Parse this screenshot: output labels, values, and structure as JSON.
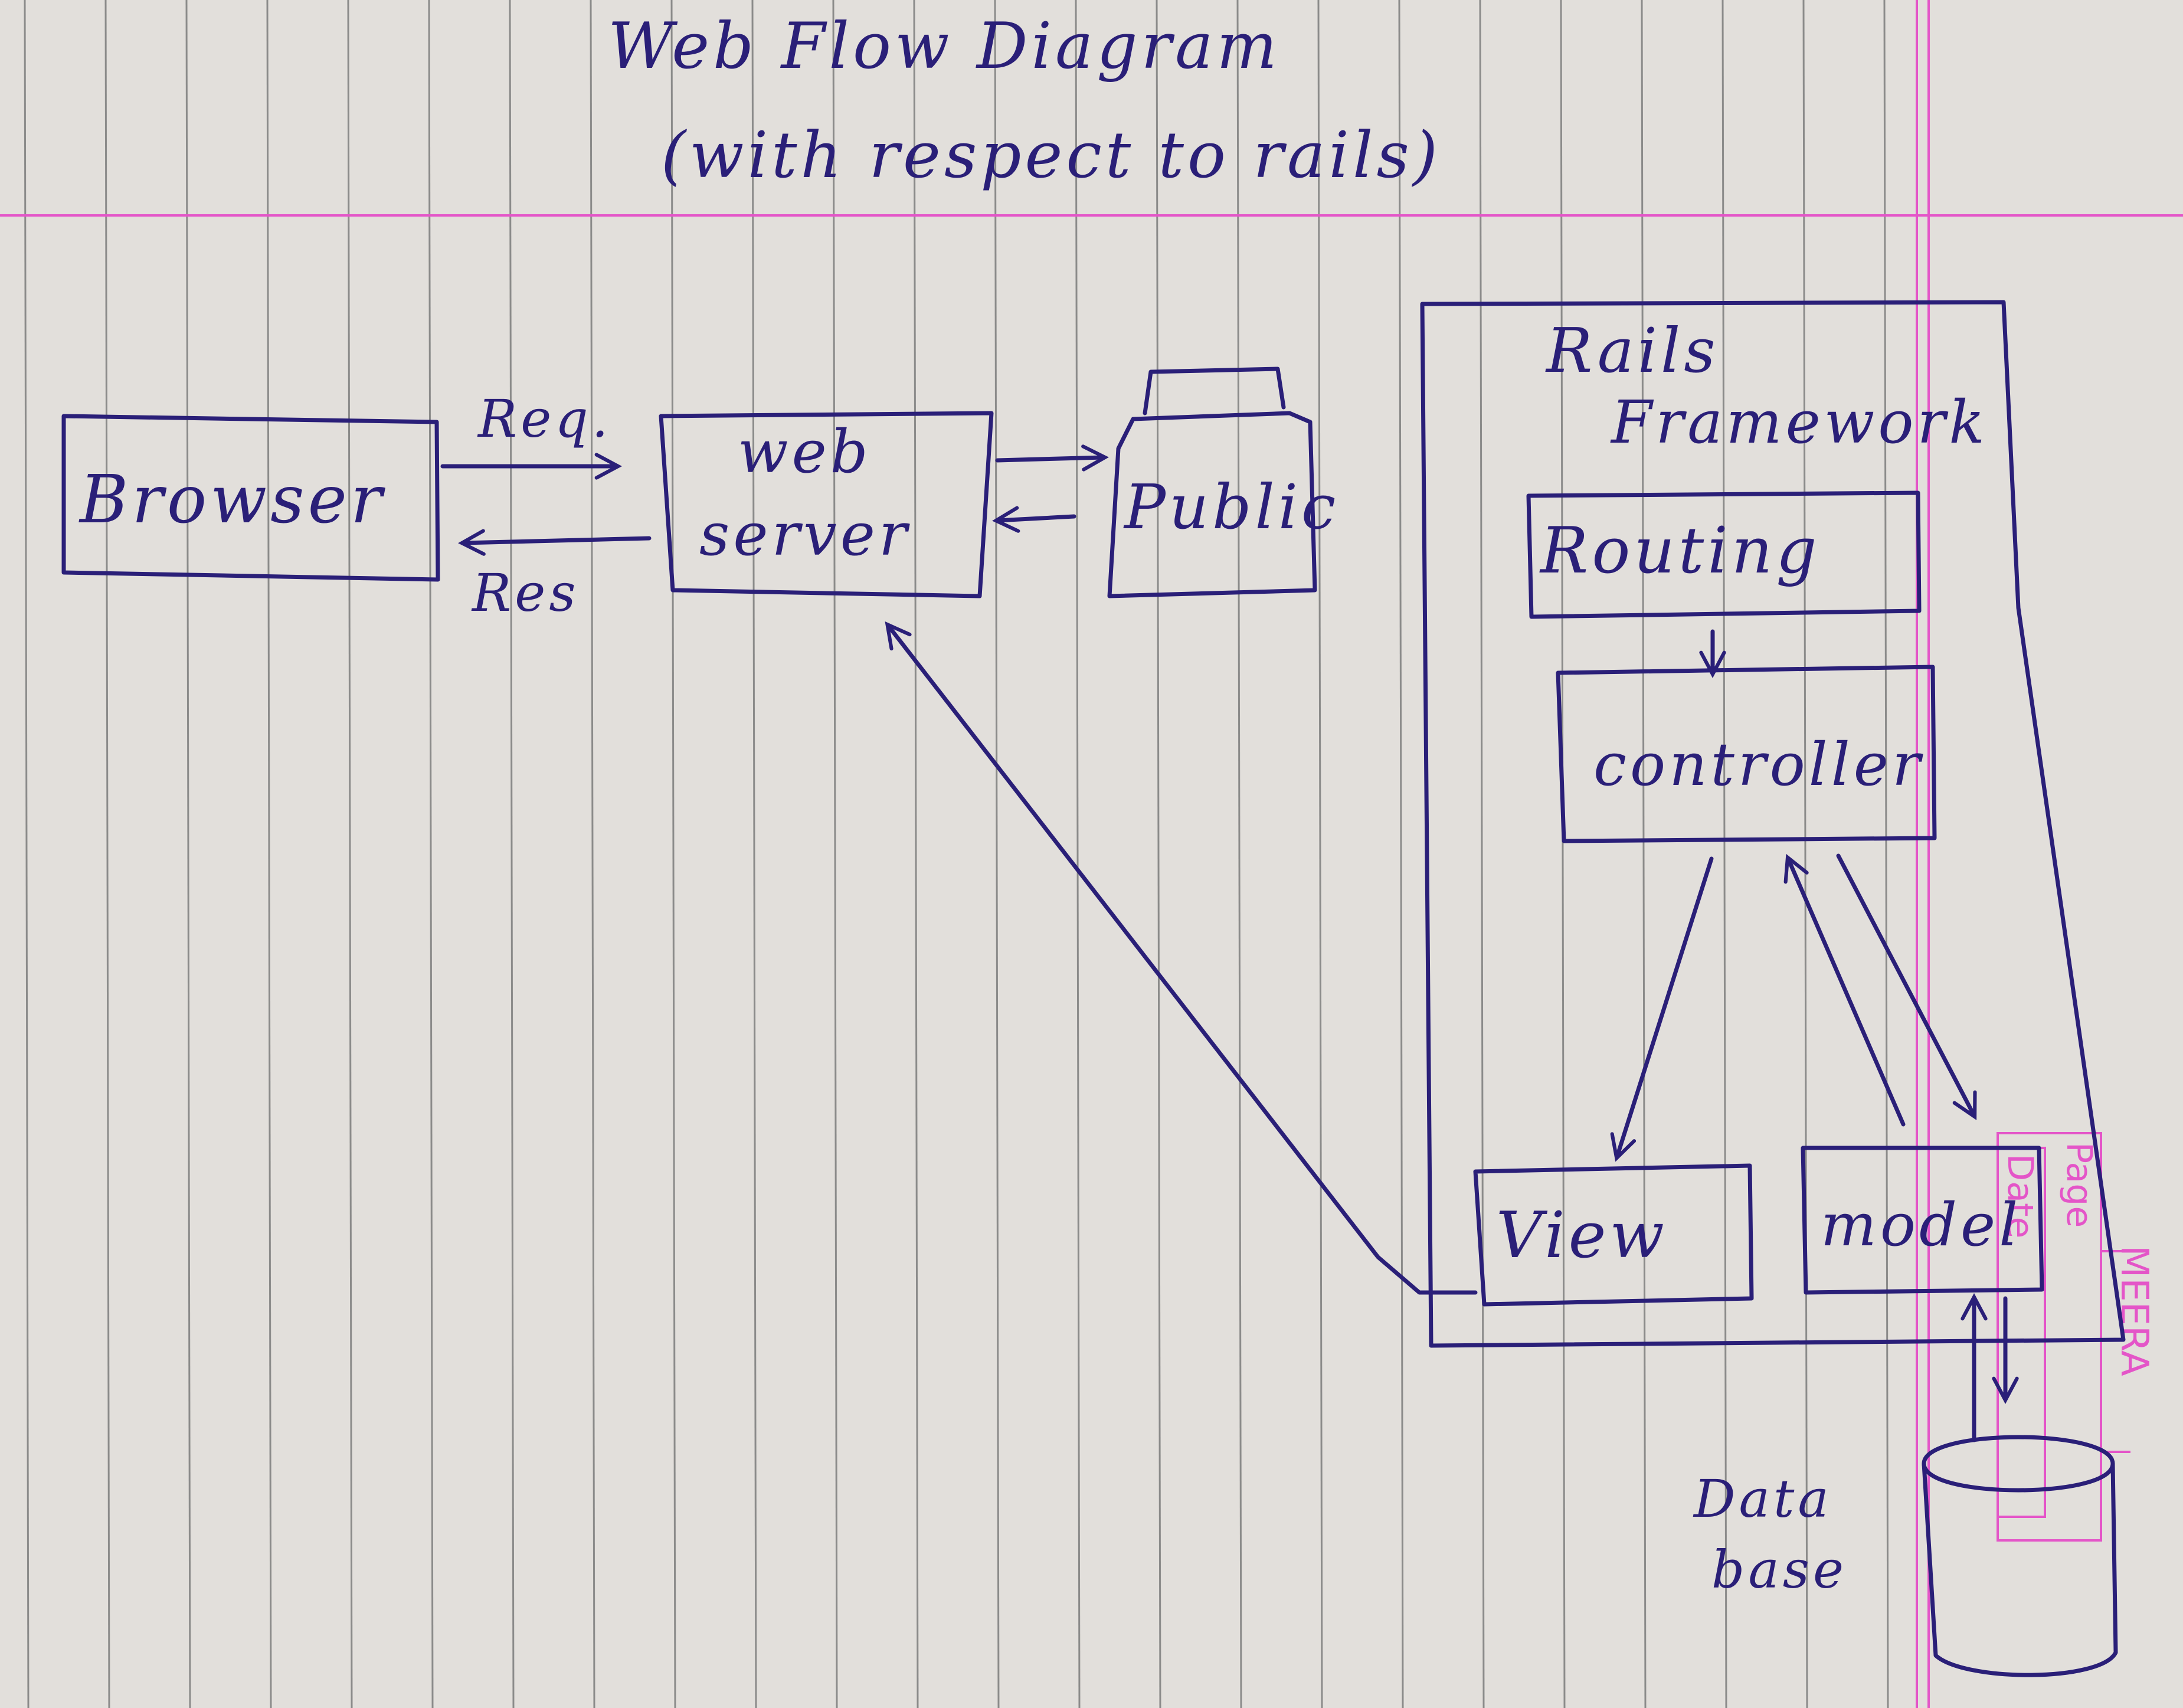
{
  "title": {
    "line1": "Web Flow Diagram",
    "line2": "(with respect to rails)"
  },
  "nodes": {
    "browser": "Browser",
    "web_server_line1": "web",
    "web_server_line2": "server",
    "public": "Public",
    "rails_line1": "Rails",
    "rails_line2": "Framework",
    "routing": "Routing",
    "controller": "controller",
    "view": "View",
    "model": "model",
    "database_line1": "Data",
    "database_line2": "base"
  },
  "edge_labels": {
    "request": "Req.",
    "response": "Res"
  },
  "paper_print": {
    "page": "Page",
    "date": "Date",
    "brand": "MEERA"
  },
  "colors": {
    "paper": "#e6e3e0",
    "ruled_lines": "#6f6f6f",
    "margin_lines": "#e455c8",
    "ink": "#2a1f78"
  }
}
